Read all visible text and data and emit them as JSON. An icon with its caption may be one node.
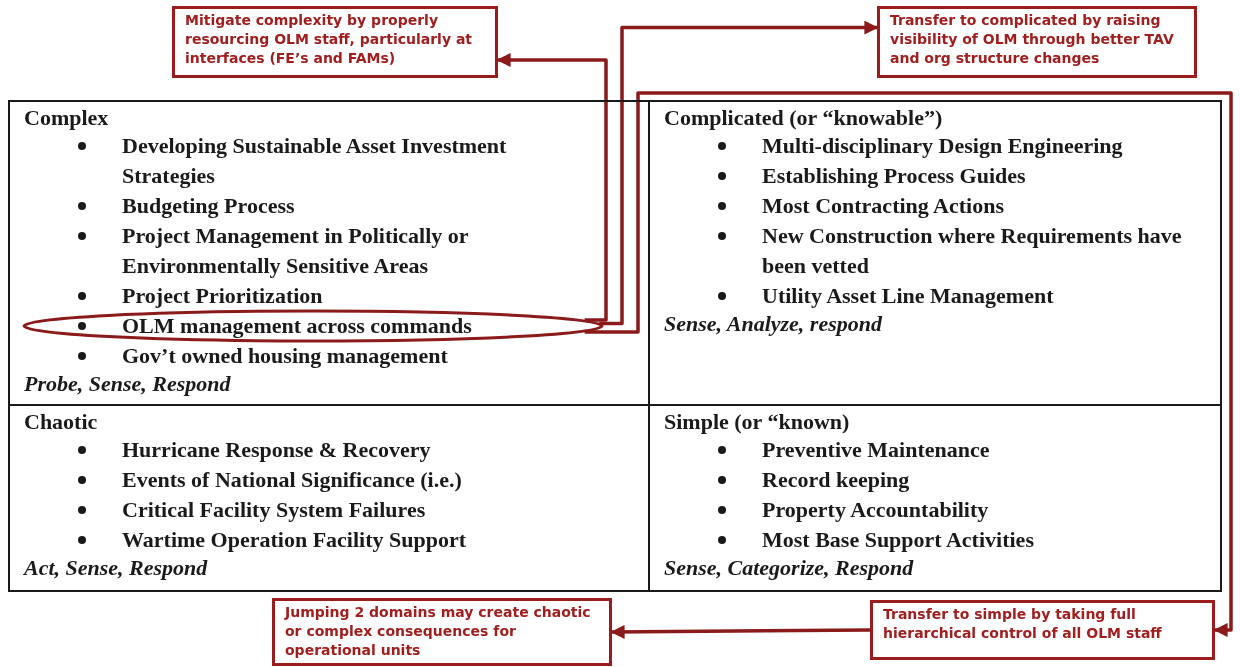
{
  "diagram": {
    "nodes": [
      {
        "text": [
          "Mitigate complexity by properly resourcing OLM staff, particularly at interfaces (FE’s and FAMs)"
        ]
      },
      {
        "text": [
          "Transfer to complicated by raising visibility of OLM through better TAV and org structure changes"
        ]
      },
      {
        "text": [
          "Complex",
          "Developing Sustainable Asset Investment Strategies",
          "Budgeting Process",
          "Project Management in Politically or Environmentally Sensitive Areas",
          "Project Prioritization",
          "Gov’t owned housing management",
          "Probe, Sense, Respond"
        ]
      },
      {
        "text": [
          "OLM management across commands"
        ],
        "in": 2
      },
      {
        "text": [
          "Complicated (or “knowable”)",
          "Multi-disciplinary Design Engineering",
          "Establishing Process Guides",
          "Most Contracting Actions",
          "New Construction where Requirements have been vetted",
          "Utility Asset Line Management",
          "Sense, Analyze, respond"
        ]
      },
      {
        "text": [
          "Chaotic",
          "Hurricane Response & Recovery",
          "Events of National Significance (i.e.)",
          "Critical Facility System Failures",
          "Wartime Operation Facility Support",
          "Act, Sense, Respond"
        ]
      },
      {
        "text": [
          "Simple (or “known)",
          "Preventive Maintenance",
          "Record keeping",
          "Property Accountability",
          "Most Base Support Activities",
          "Sense, Categorize, Respond"
        ]
      },
      {
        "text": [
          "Jumping 2 domains may create chaotic or complex consequences for operational units"
        ]
      },
      {
        "text": [
          "Transfer to simple by taking full hierarchical control of all OLM staff"
        ]
      }
    ],
    "edges": [
      {
        "from": 3,
        "to": 0,
        "arrow": "to"
      },
      {
        "from": 3,
        "to": 1,
        "arrow": "to"
      },
      {
        "from": 3,
        "to": 8,
        "arrow": "to"
      },
      {
        "from": 8,
        "to": 7,
        "arrow": "to"
      }
    ]
  }
}
